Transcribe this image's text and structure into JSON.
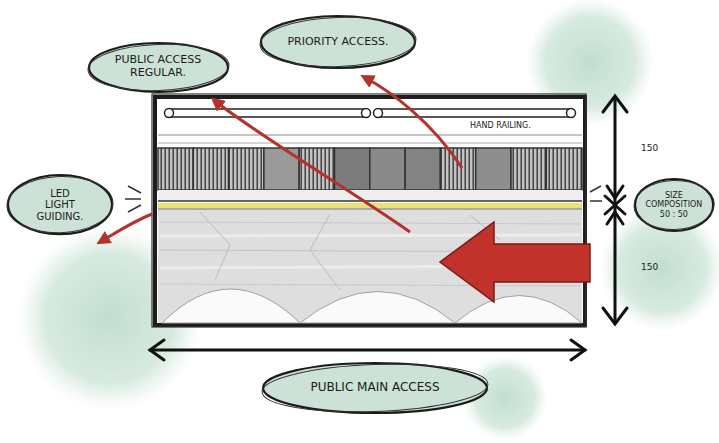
{
  "diagram": {
    "nodes": [
      {
        "text": [
          "PUBLIC ACCESS REGULAR."
        ]
      },
      {
        "text": [
          "PRIORITY ACCESS."
        ]
      },
      {
        "text": [
          "LED LIGHT GUIDING."
        ]
      },
      {
        "text": [
          "SIZE COMPOSITION 50 : 50"
        ]
      },
      {
        "text": [
          "PUBLIC MAIN ACCESS"
        ]
      }
    ],
    "labels": [
      "HAND RAILING.",
      "150",
      "150"
    ]
  }
}
